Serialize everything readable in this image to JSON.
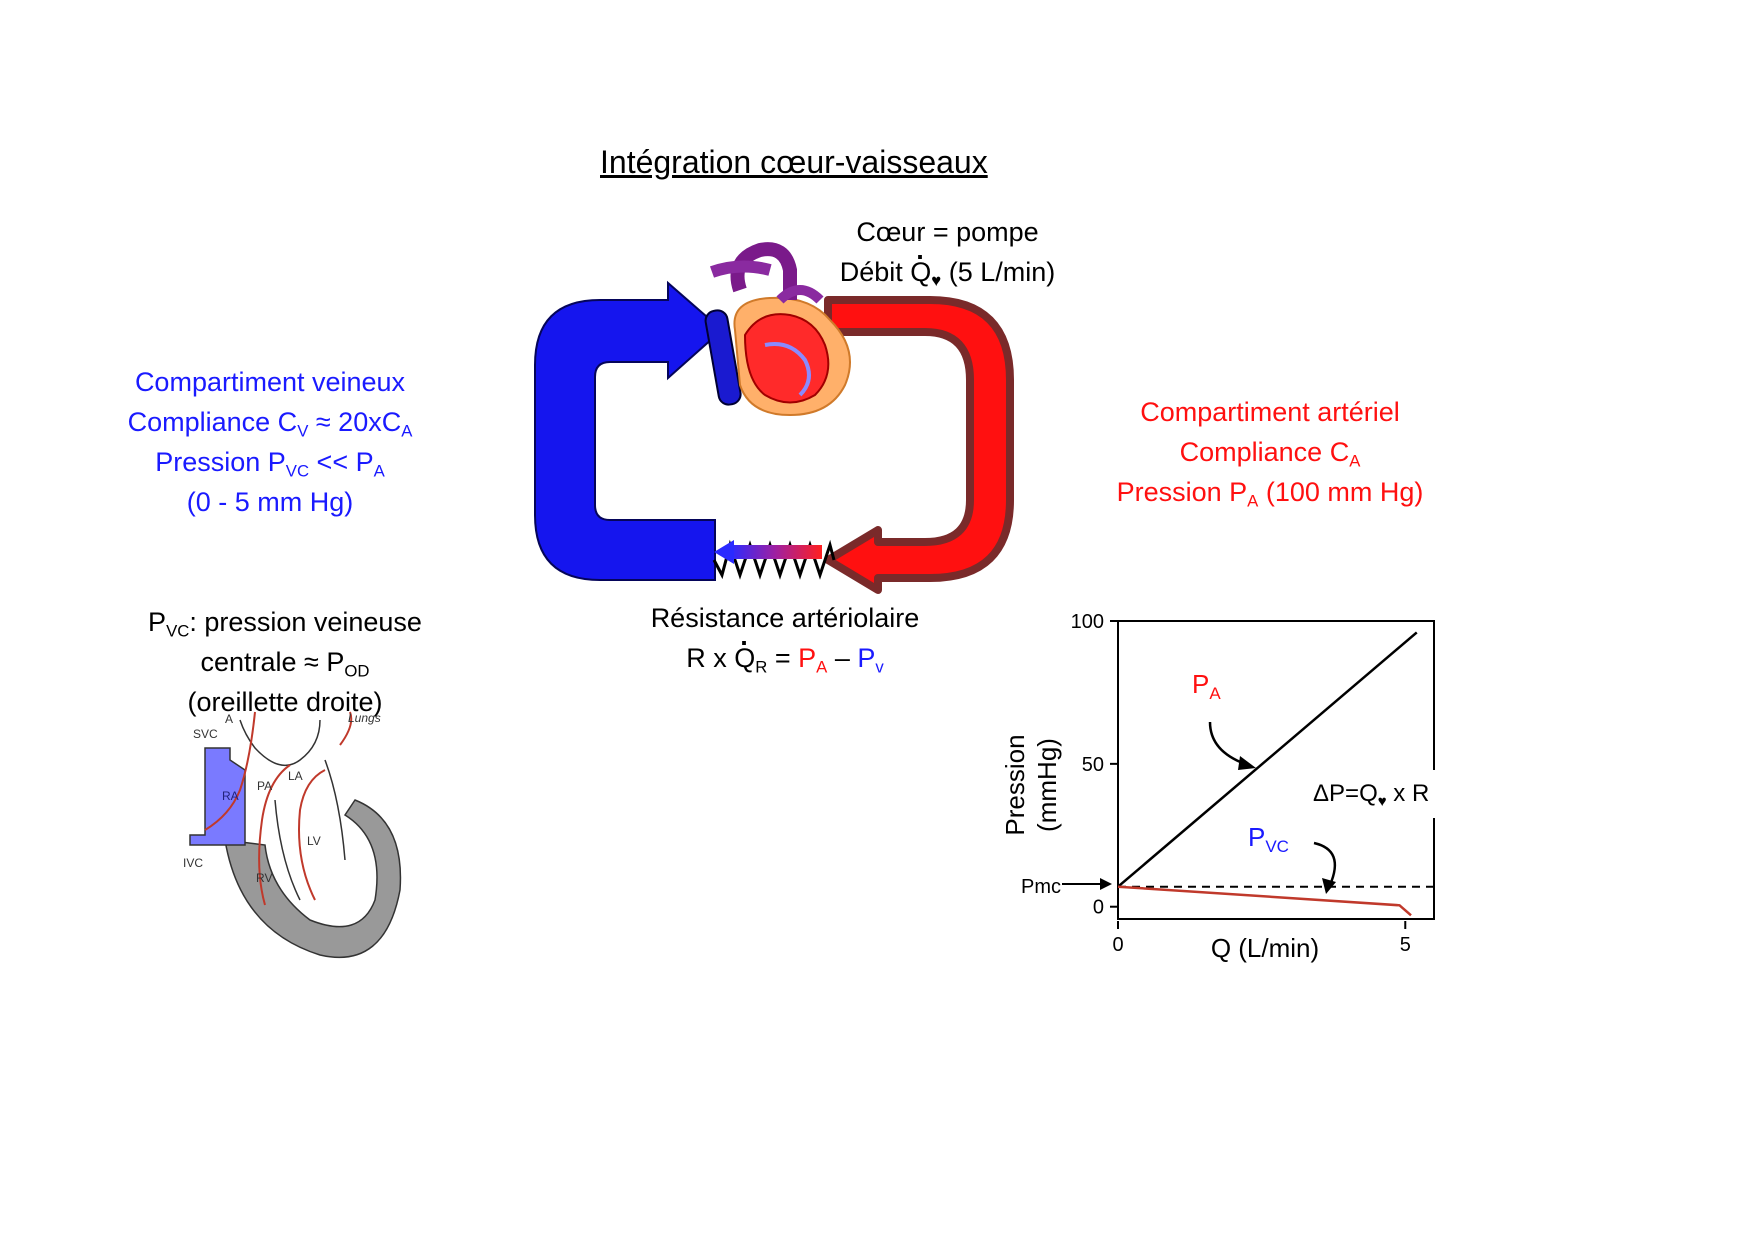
{
  "title": "Intégration cœur-vaisseaux",
  "pump": {
    "line1": "Cœur = pompe",
    "line2_prefix": "Débit ",
    "q": "Q",
    "q_sub": "♥",
    "line2_suffix": " (5 L/min)"
  },
  "venous": {
    "l1": "Compartiment veineux",
    "l2_prefix": "Compliance C",
    "l2_sub1": "V",
    "l2_mid": " ≈ 20xC",
    "l2_sub2": "A",
    "l3_prefix": "Pression P",
    "l3_sub1": "VC",
    "l3_mid": " << P",
    "l3_sub2": "A",
    "l4": "(0 - 5 mm Hg)"
  },
  "arterial": {
    "l1": "Compartiment artériel",
    "l2_prefix": "Compliance C",
    "l2_sub": "A",
    "l3_prefix": "Pression P",
    "l3_sub": "A",
    "l3_suffix": " (100 mm Hg)"
  },
  "resistance": {
    "l1": "Résistance artériolaire",
    "l2_prefix": "R x ",
    "q": "Q",
    "q_sub": "R",
    "eq": " = ",
    "pa": "P",
    "pa_sub": "A",
    "minus": " – ",
    "pv": "P",
    "pv_sub": "v"
  },
  "pvc_note": {
    "l1_p": "P",
    "l1_sub": "VC",
    "l1_rest": ": pression veineuse",
    "l2_prefix": "centrale ≈ P",
    "l2_sub": "OD",
    "l3": "(oreillette droite)"
  },
  "heart_labels": {
    "svc": "SVC",
    "ivc": "IVC",
    "ra": "RA",
    "rv": "RV",
    "pa": "PA",
    "la": "LA",
    "lv": "LV",
    "a": "A",
    "lungs": "Lungs"
  },
  "colors": {
    "venous": "#1a1aff",
    "arterial": "#ff1010",
    "arterial_dark": "#7a2a2a",
    "curve_red": "#c0392b"
  },
  "chart_data": {
    "type": "line",
    "xlabel": "Q (L/min)",
    "ylabel_1": "Pression",
    "ylabel_2": "(mmHg)",
    "xlim": [
      0,
      5.5
    ],
    "ylim": [
      -5,
      100
    ],
    "x_ticks": [
      "0",
      "5"
    ],
    "y_ticks": [
      "0",
      "50",
      "100"
    ],
    "pmc_label": "Pmc",
    "pmc_value": 7,
    "series": [
      {
        "name": "PA",
        "label_p": "P",
        "label_sub": "A",
        "points": [
          [
            0,
            7
          ],
          [
            5.2,
            96
          ]
        ]
      },
      {
        "name": "PVC",
        "label_p": "P",
        "label_sub": "VC",
        "points": [
          [
            0,
            7
          ],
          [
            4.9,
            0.5
          ],
          [
            5.1,
            -3
          ]
        ]
      }
    ],
    "formula_prefix": "ΔP=",
    "formula_q": "Q",
    "formula_sub": "♥",
    "formula_suffix": " x R"
  }
}
